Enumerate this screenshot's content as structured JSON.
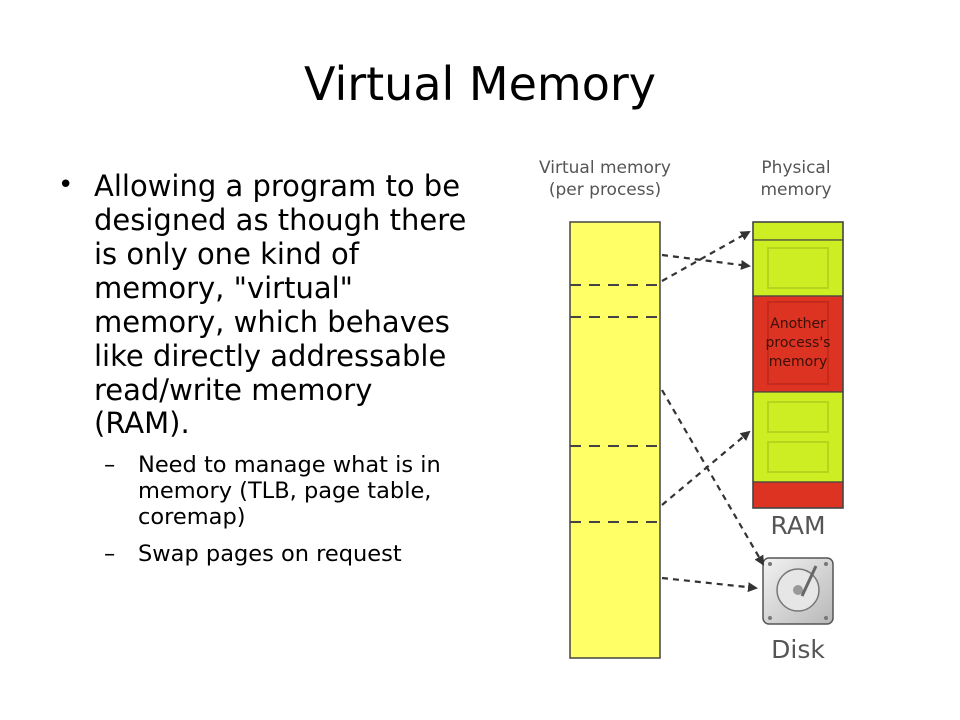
{
  "slide": {
    "title": "Virtual Memory",
    "bullet": "Allowing a program to be designed as though there is only one kind of memory, \"virtual\" memory, which behaves like directly addressable read/write memory (RAM).",
    "bullet_marker": "•",
    "sub_marker": "–",
    "sub_bullets": [
      "Need to manage what is in memory (TLB, page table, coremap)",
      "Swap pages on request"
    ]
  },
  "diagram": {
    "virtual_label": [
      "Virtual memory",
      "(per process)"
    ],
    "physical_label": [
      "Physical",
      "memory"
    ],
    "other_label": [
      "Another",
      "process's",
      "memory"
    ],
    "ram_label": "RAM",
    "disk_label": "Disk",
    "colors": {
      "virtual": "#ffff66",
      "ram_page": "#ccee22",
      "other": "#dd3322",
      "disk": "#cccccc",
      "arrow": "#333333"
    }
  }
}
